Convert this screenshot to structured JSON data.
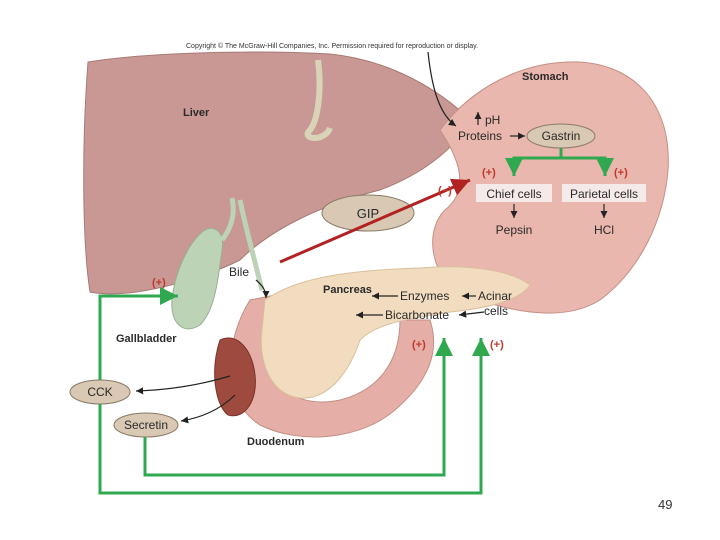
{
  "copyright": "Copyright © The McGraw-Hill Companies, Inc. Permission required for reproduction or display.",
  "organs": {
    "stomach": "Stomach",
    "liver": "Liver",
    "pancreas": "Pancreas",
    "gallbladder": "Gallbladder",
    "duodenum": "Duodenum"
  },
  "labels": {
    "ph": "pH",
    "proteins": "Proteins",
    "gastrin": "Gastrin",
    "chief_cells": "Chief cells",
    "parietal_cells": "Parietal cells",
    "pepsin": "Pepsin",
    "hcl": "HCl",
    "gip": "GIP",
    "bile": "Bile",
    "enzymes": "Enzymes",
    "bicarbonate": "Bicarbonate",
    "acinar_line1": "Acinar",
    "acinar_line2": "cells",
    "cck": "CCK",
    "secretin": "Secretin"
  },
  "signs": {
    "plus": "(+)",
    "minus": "(−)"
  },
  "colors": {
    "stimulate": "#2fa84f",
    "inhibit": "#b22222",
    "liver": "#c99894",
    "stomach": "#e9b7ad",
    "pancreas": "#f2dcc0",
    "gallbladder": "#bcd3b5"
  },
  "page_number": "49"
}
